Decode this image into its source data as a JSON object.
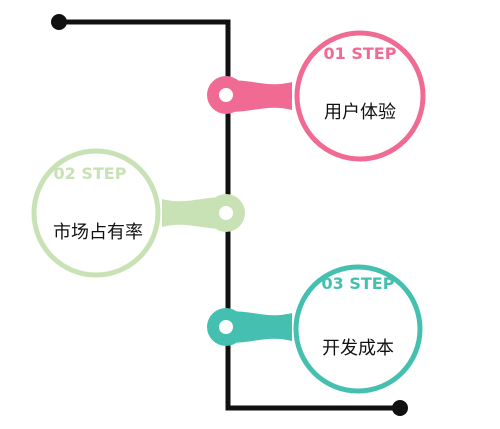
{
  "steps": [
    {
      "label": "01 STEP",
      "title": "用户体验",
      "color": "#f06a93"
    },
    {
      "label": "02 STEP",
      "title": "市场占有率",
      "color": "#c8e2b5"
    },
    {
      "label": "03 STEP",
      "title": "开发成本",
      "color": "#45bfb0"
    }
  ],
  "line_color": "#111111"
}
